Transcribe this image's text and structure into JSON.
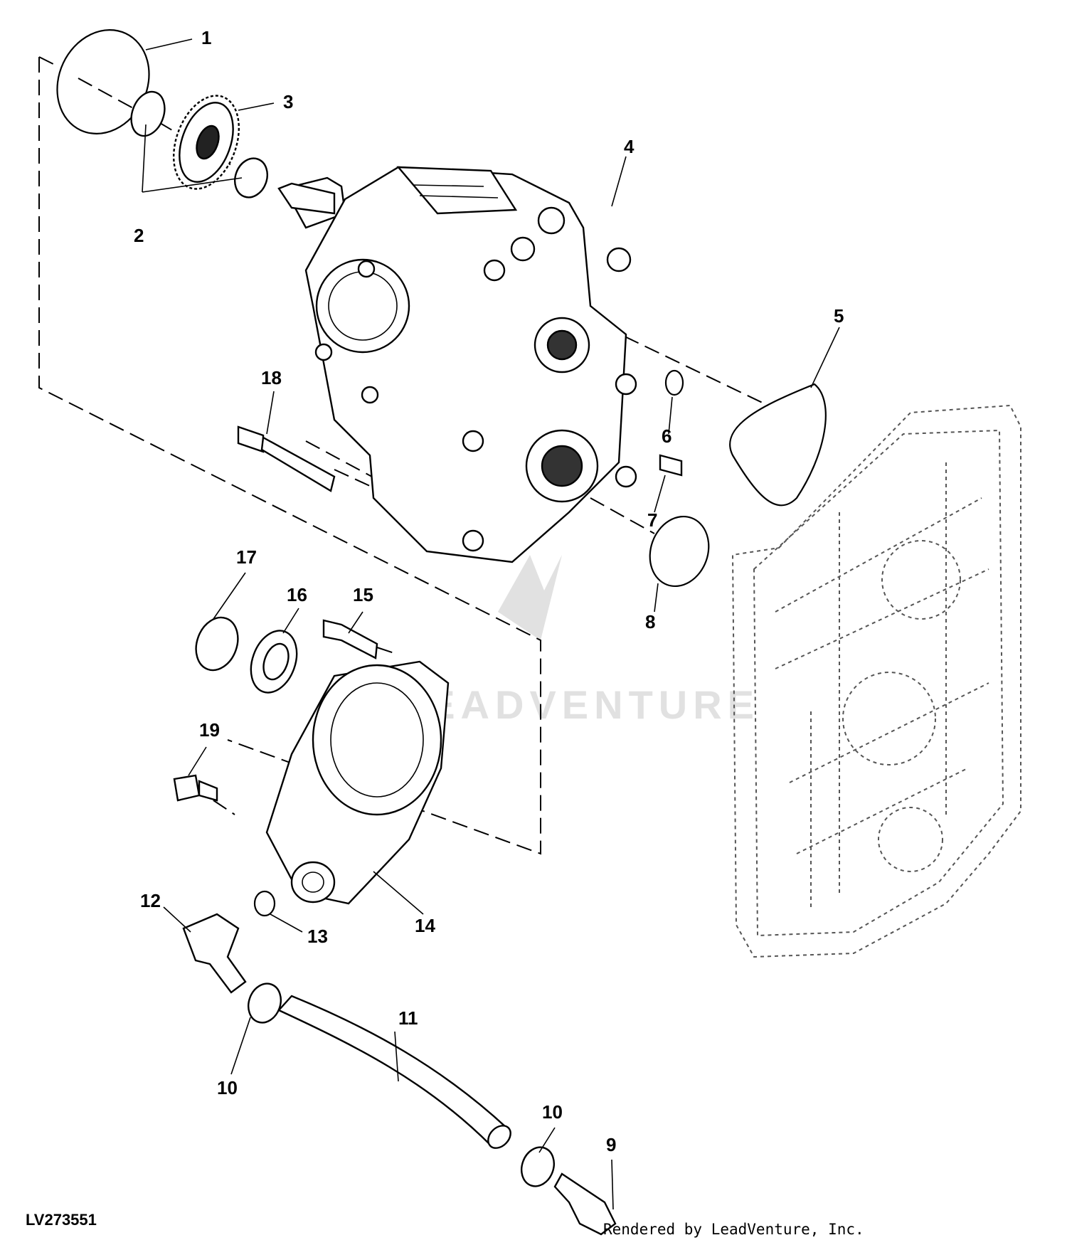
{
  "diagram": {
    "callouts": {
      "c1": "1",
      "c2": "2",
      "c3": "3",
      "c4": "4",
      "c5": "5",
      "c6": "6",
      "c7": "7",
      "c8": "8",
      "c9": "9",
      "c10a": "10",
      "c10b": "10",
      "c11": "11",
      "c12": "12",
      "c13": "13",
      "c14": "14",
      "c15": "15",
      "c16": "16",
      "c17": "17",
      "c18": "18",
      "c19": "19"
    },
    "watermark": "LEADVENTURE"
  },
  "footer": {
    "reference": "LV273551",
    "credit": "Rendered by LeadVenture, Inc."
  }
}
